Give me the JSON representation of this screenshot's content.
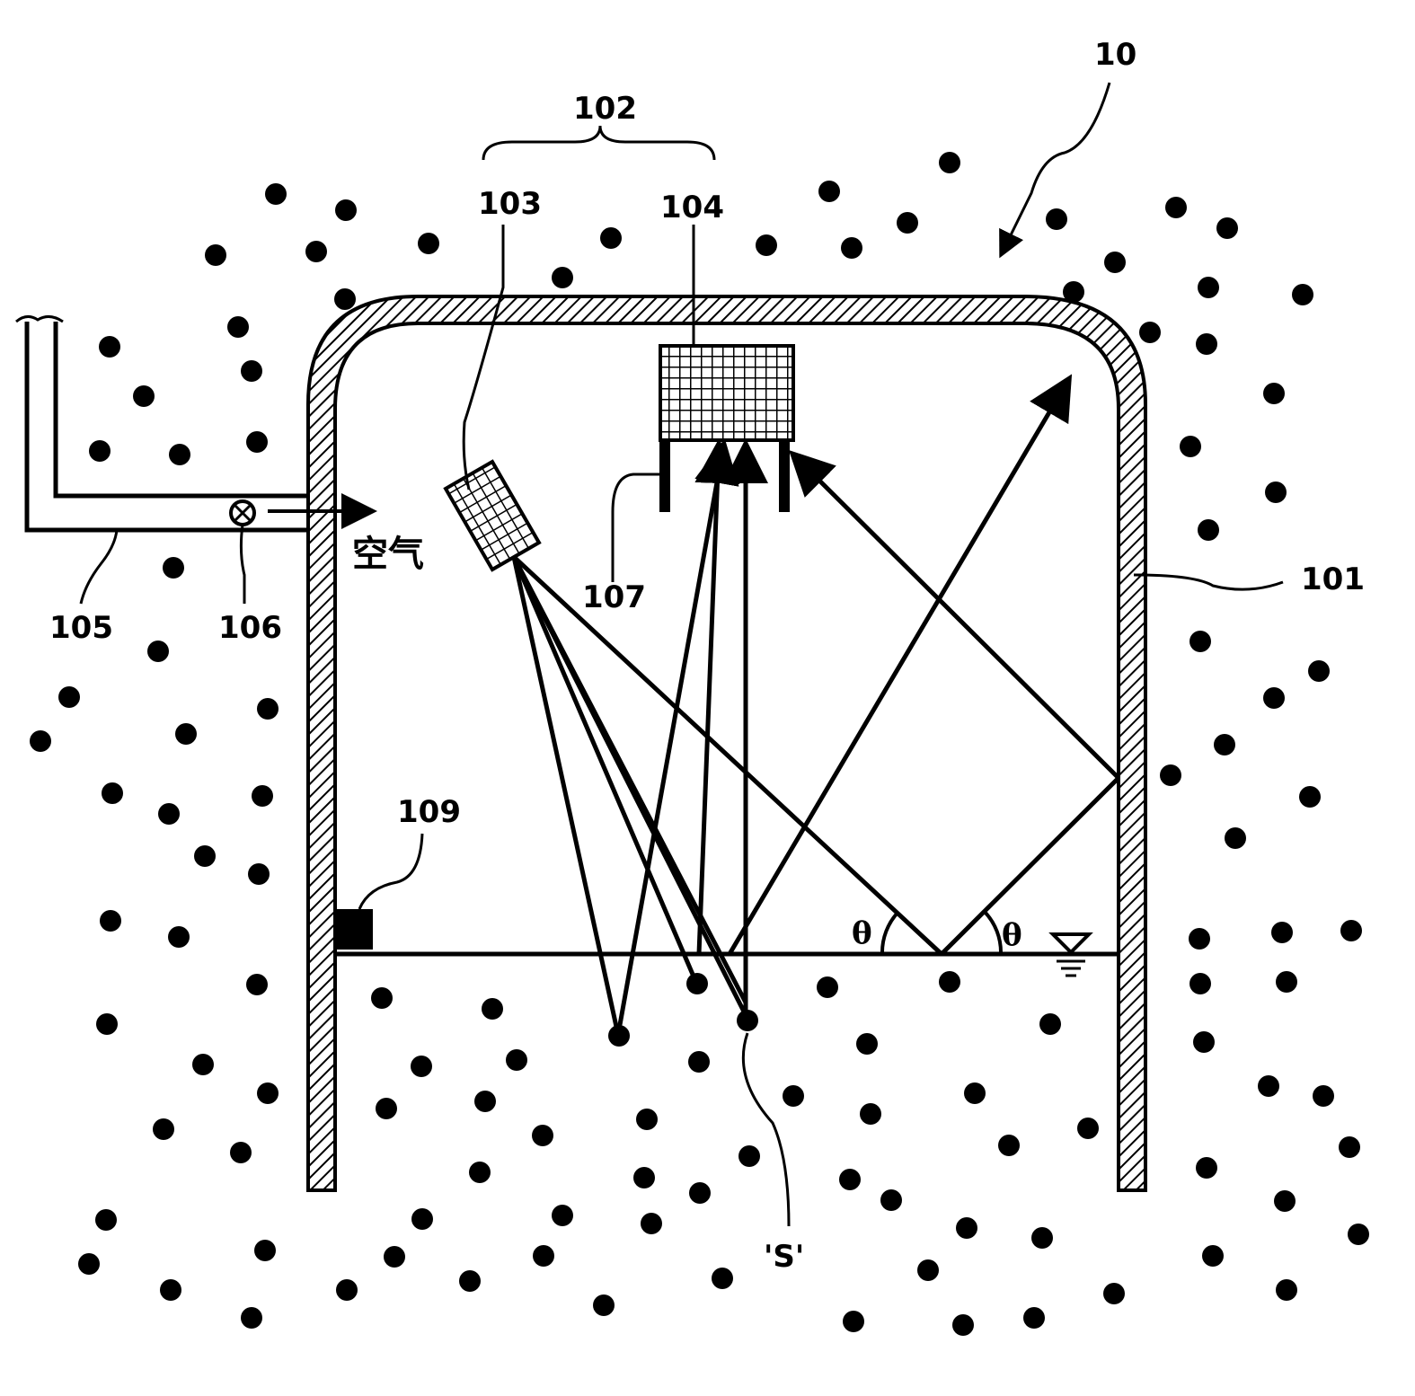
{
  "labels": {
    "device": "10",
    "optical_module": "102",
    "light_source": "103",
    "detector": "104",
    "housing": "101",
    "air_pipe": "105",
    "valve": "106",
    "shield": "107",
    "sensor": "109",
    "air": "空气",
    "particle": "'S'",
    "angle_left": "θ",
    "angle_right": "θ"
  },
  "icons": {
    "valve": "valve-cross-icon",
    "water_level": "water-level-triangle-icon",
    "flow_arrow": "arrow-right-icon"
  }
}
